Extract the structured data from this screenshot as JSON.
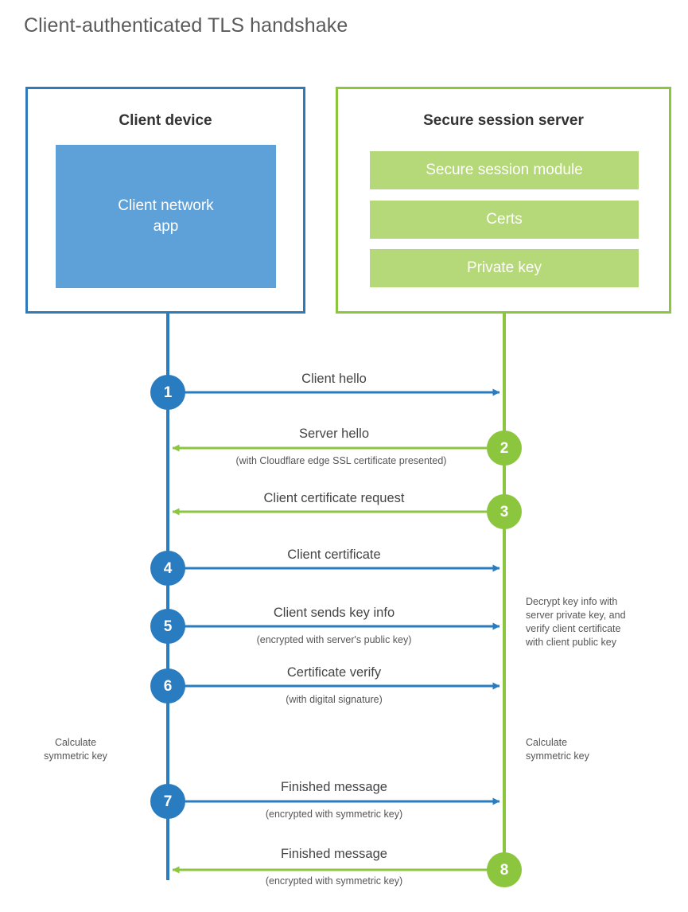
{
  "title": "Client-authenticated TLS handshake",
  "colors": {
    "client_blue": "#2a7cc0",
    "client_border": "#2f7ab8",
    "client_app_fill": "#5ea0d8",
    "server_green": "#8cc63f",
    "server_bar_fill": "#b5d878",
    "text": "#444444",
    "background": "#ffffff"
  },
  "client": {
    "title": "Client device",
    "app_label": "Client network app",
    "app_label_line1": "Client network",
    "app_label_line2": "app"
  },
  "server": {
    "title": "Secure session server",
    "bars": [
      {
        "label": "Secure session module"
      },
      {
        "label": "Certs"
      },
      {
        "label": "Private key"
      }
    ]
  },
  "steps": [
    {
      "number": "1",
      "label": "Client hello",
      "sub": "",
      "direction": "client-to-server",
      "color": "blue"
    },
    {
      "number": "2",
      "label": "Server hello",
      "sub": "(with Cloudflare edge SSL certificate presented)",
      "direction": "server-to-client",
      "color": "green"
    },
    {
      "number": "3",
      "label": "Client certificate request",
      "sub": "",
      "direction": "server-to-client",
      "color": "green"
    },
    {
      "number": "4",
      "label": "Client certificate",
      "sub": "",
      "direction": "client-to-server",
      "color": "blue"
    },
    {
      "number": "5",
      "label": "Client sends key info",
      "sub": "(encrypted with server's public key)",
      "direction": "client-to-server",
      "color": "blue"
    },
    {
      "number": "6",
      "label": "Certificate verify",
      "sub": "(with digital signature)",
      "direction": "client-to-server",
      "color": "blue"
    },
    {
      "number": "7",
      "label": "Finished message",
      "sub": "(encrypted with symmetric key)",
      "direction": "client-to-server",
      "color": "blue"
    },
    {
      "number": "8",
      "label": "Finished message",
      "sub": "(encrypted with symmetric key)",
      "direction": "server-to-client",
      "color": "green"
    }
  ],
  "annotations": {
    "server_decrypt": "Decrypt key info with server private key, and verify client certificate with client public key",
    "server_decrypt_lines": [
      "Decrypt key info with",
      "server private key, and",
      "verify client certificate",
      "with client public key"
    ],
    "client_calculate_line1": "Calculate",
    "client_calculate_line2": "symmetric key",
    "server_calculate_line1": "Calculate",
    "server_calculate_line2": "symmetric key"
  }
}
